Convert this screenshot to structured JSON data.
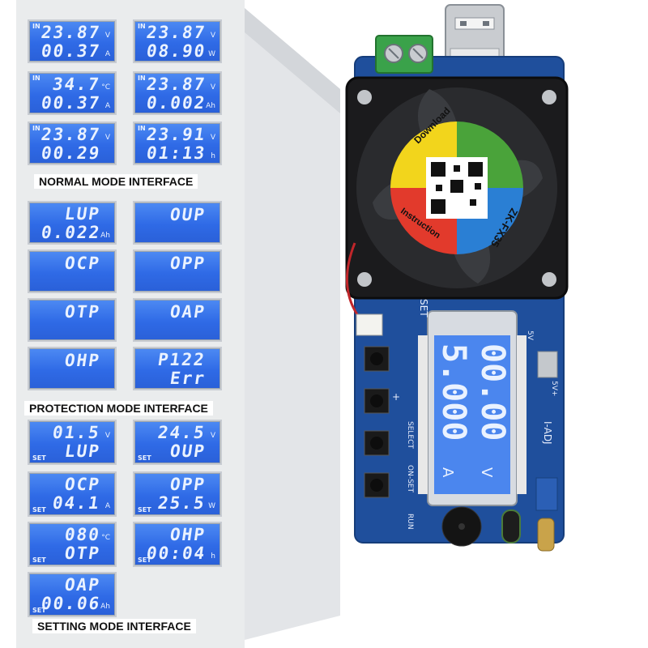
{
  "labels": {
    "normal": "NORMAL MODE INTERFACE",
    "protection": "PROTECTION MODE INTERFACE",
    "setting": "SETTING MODE INTERFACE"
  },
  "normal_screens": [
    {
      "tag": "IN",
      "line1": "23.87",
      "unit1": "V",
      "line2": "00.37",
      "unit2": "A"
    },
    {
      "tag": "IN",
      "line1": "23.87",
      "unit1": "V",
      "line2": "08.90",
      "unit2": "W"
    },
    {
      "tag": "IN",
      "line1": "34.7",
      "unit1": "°C",
      "line2": "00.37",
      "unit2": "A"
    },
    {
      "tag": "IN",
      "line1": "23.87",
      "unit1": "V",
      "line2": "0.002",
      "unit2": "Ah"
    },
    {
      "tag": "IN",
      "line1": "23.87",
      "unit1": "V",
      "line2": "00.29",
      "unit2": ""
    },
    {
      "tag": "IN",
      "line1": "23.91",
      "unit1": "V",
      "line2": "01:13",
      "unit2": "h"
    }
  ],
  "protection_screens": [
    {
      "line1": "LUP",
      "line2": "0.022",
      "unit2": "Ah"
    },
    {
      "line1": "OUP",
      "line2": "",
      "unit2": ""
    },
    {
      "line1": "OCP",
      "line2": "",
      "unit2": ""
    },
    {
      "line1": "OPP",
      "line2": "",
      "unit2": ""
    },
    {
      "line1": "OTP",
      "line2": "",
      "unit2": ""
    },
    {
      "line1": "OAP",
      "line2": "",
      "unit2": ""
    },
    {
      "line1": "OHP",
      "line2": "",
      "unit2": ""
    },
    {
      "line1": "P122",
      "line2": "Err",
      "unit2": ""
    }
  ],
  "setting_screens": [
    {
      "line1": "01.5",
      "unit1": "V",
      "tag": "SET",
      "line2": "LUP"
    },
    {
      "line1": "24.5",
      "unit1": "V",
      "tag": "SET",
      "line2": "OUP"
    },
    {
      "line1": "OCP",
      "unit1": "",
      "tag": "SET",
      "line2": "04.1",
      "unit2": "A"
    },
    {
      "line1": "OPP",
      "unit1": "",
      "tag": "SET",
      "line2": "25.5",
      "unit2": "W"
    },
    {
      "line1": "080",
      "unit1": "°C",
      "tag": "SET",
      "line2": "OTP"
    },
    {
      "line1": "OHP",
      "unit1": "",
      "tag": "SET",
      "line2": "00:04",
      "unit2": "h"
    },
    {
      "line1": "OAP",
      "unit1": "",
      "tag": "SET",
      "line2": "00.06",
      "unit2": "Ah"
    }
  ],
  "device": {
    "fan_sticker": {
      "download": "Download",
      "instruction": "Instruction",
      "model": "ZK-FX35"
    },
    "lcd": {
      "set": "SET",
      "line1": "00.00",
      "unit1": "V",
      "line2": "5.000",
      "unit2": "A"
    },
    "silk": {
      "select": "SELECT",
      "on_set": "ON-SET",
      "iadj": "I-ADJ",
      "run": "RUN",
      "plus": "+",
      "five_v": "5V",
      "five_v_plus": "5V+"
    }
  },
  "colors": {
    "lcd_blue": "#2f6ae6",
    "pcb_blue": "#1f4f9c",
    "sticker_red": "#e23a2c",
    "sticker_green": "#4aa33a",
    "sticker_blue": "#2a7fd4",
    "sticker_yellow": "#f2d51c"
  }
}
